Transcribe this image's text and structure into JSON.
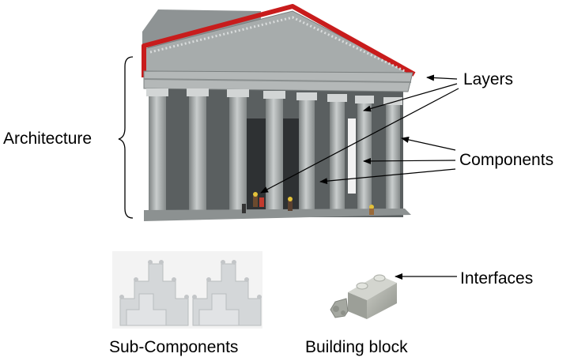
{
  "labels": {
    "architecture": "Architecture",
    "layers": "Layers",
    "components": "Components",
    "interfaces": "Interfaces",
    "sub_components": "Sub-Components",
    "building_block": "Building block"
  },
  "colors": {
    "brick_gray": "#9ea3a3",
    "brick_light": "#c4c8c8",
    "brick_dark": "#6f7474",
    "roof_red": "#c81c1c",
    "shadow": "#3a3d3f",
    "arrow": "#000000"
  },
  "icons": {
    "temple": "lego-pantheon-image",
    "sub_components": "lego-slope-bricks-image",
    "building_block": "lego-hinge-brick-image",
    "brace": "curly-brace-icon"
  }
}
